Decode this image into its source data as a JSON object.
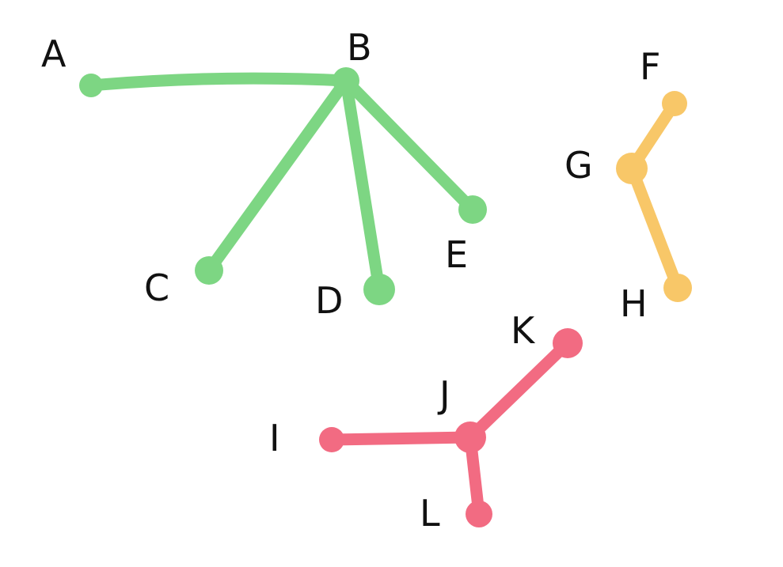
{
  "diagram": {
    "type": "graph",
    "components": [
      {
        "color": "#7dd683",
        "nodes": [
          "A",
          "B",
          "C",
          "D",
          "E"
        ],
        "edges": [
          [
            "A",
            "B"
          ],
          [
            "B",
            "C"
          ],
          [
            "B",
            "D"
          ],
          [
            "B",
            "E"
          ]
        ]
      },
      {
        "color": "#f8c768",
        "nodes": [
          "F",
          "G",
          "H"
        ],
        "edges": [
          [
            "F",
            "G"
          ],
          [
            "G",
            "H"
          ]
        ]
      },
      {
        "color": "#f26b82",
        "nodes": [
          "I",
          "J",
          "K",
          "L"
        ],
        "edges": [
          [
            "I",
            "J"
          ],
          [
            "J",
            "K"
          ],
          [
            "J",
            "L"
          ]
        ]
      }
    ],
    "labels": {
      "A": "A",
      "B": "B",
      "C": "C",
      "D": "D",
      "E": "E",
      "F": "F",
      "G": "G",
      "H": "H",
      "I": "I",
      "J": "J",
      "K": "K",
      "L": "L"
    }
  }
}
